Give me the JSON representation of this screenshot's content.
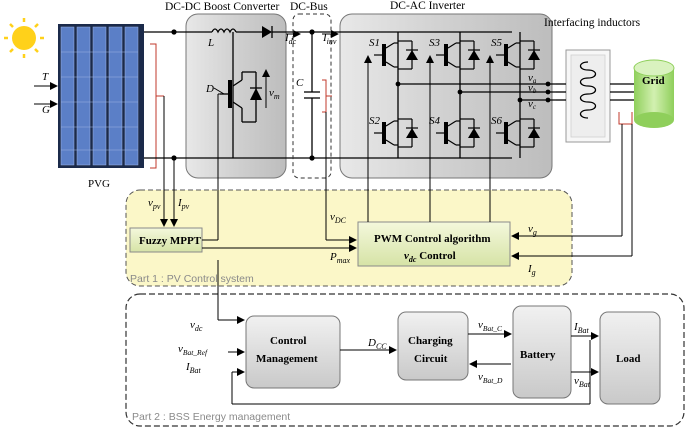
{
  "titles": {
    "boost": "DC-DC Boost Converter",
    "dcbus": "DC-Bus",
    "inverter": "DC-AC Inverter",
    "inductors": "Interfacing inductors",
    "pvg": "PVG",
    "grid": "Grid"
  },
  "inputs": {
    "temperature": "T",
    "irradiance": "G"
  },
  "boost": {
    "inductor": "L",
    "diode": "D",
    "vm": "v",
    "vm_sub": "m",
    "idc": "I",
    "idc_sub": "dc"
  },
  "dcbus": {
    "cap": "C",
    "iinv": "I",
    "iinv_sub": "inv"
  },
  "inverter": {
    "switches": [
      "S1",
      "S3",
      "S5",
      "S2",
      "S4",
      "S6"
    ],
    "phases": [
      "v",
      "v",
      "v"
    ],
    "phase_subs": [
      "a",
      "b",
      "c"
    ]
  },
  "part1": {
    "label": "Part 1 : PV Control system",
    "mppt": "Fuzzy MPPT",
    "pwm_line1": "PWM Control algorithm",
    "pwm_line2": "v",
    "pwm_line2_sub": "dc",
    "pwm_line2_suffix": " Control",
    "vpv": "v",
    "vpv_sub": "pv",
    "ipv": "I",
    "ipv_sub": "pv",
    "vdc": "v",
    "vdc_sub": "DC",
    "pmax": "P",
    "pmax_sub": "max",
    "vg": "v",
    "vg_sub": "g",
    "ig": "I",
    "ig_sub": "g"
  },
  "part2": {
    "label": "Part 2 : BSS Energy management",
    "control_line1": "Control",
    "control_line2": "Management",
    "charging_line1": "Charging",
    "charging_line2": "Circuit",
    "battery": "Battery",
    "load": "Load",
    "in_vdc": "v",
    "in_vdc_sub": "dc",
    "in_vbatref": "v",
    "in_vbatref_sub": "Bat_Ref",
    "in_ibat": "I",
    "in_ibat_sub": "Bat",
    "dcc": "D",
    "dcc_sub": "CC",
    "vbatc": "v",
    "vbatc_sub": "Bat_C",
    "vbatd": "v",
    "vbatd_sub": "Bat_D",
    "ibat_out": "I",
    "ibat_out_sub": "Bat",
    "vbat_out": "v",
    "vbat_out_sub": "Bat"
  },
  "colors": {
    "panel_fill": "#5b7fc7",
    "converter_fill": "#d4d4d4",
    "part1_fill": "#fbf7c8",
    "block_fill": "#e6f0c4",
    "grid_fill": "#b9e38a",
    "sun": "#ffd11a",
    "part2_fill": "#ffffff"
  }
}
